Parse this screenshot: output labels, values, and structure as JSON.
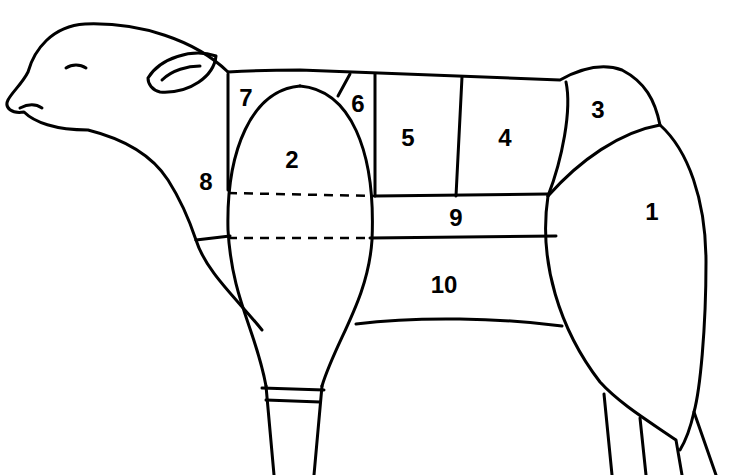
{
  "diagram": {
    "labels": [
      "7",
      "6",
      "5",
      "4",
      "3",
      "8",
      "2",
      "9",
      "1",
      "10"
    ]
  }
}
